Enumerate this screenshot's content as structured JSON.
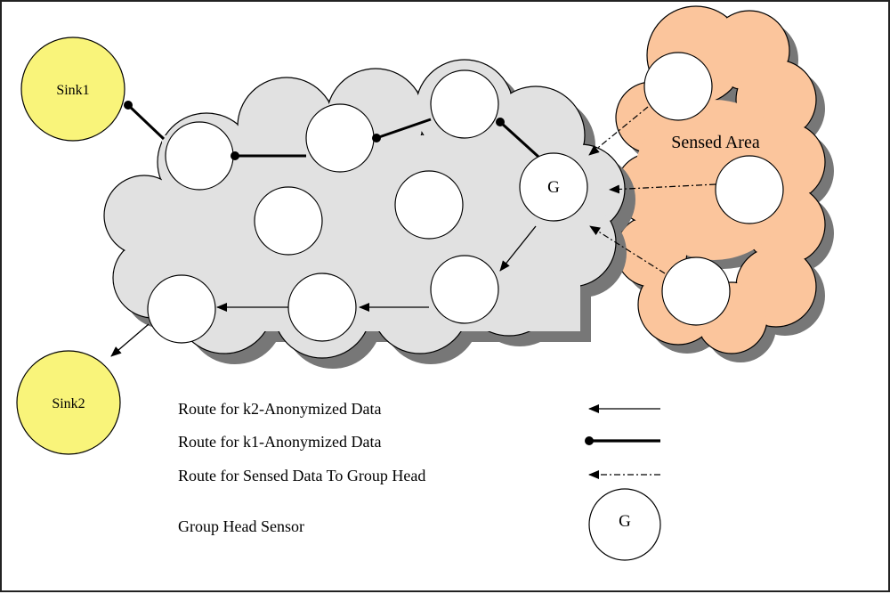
{
  "sinks": [
    {
      "id": "sink1",
      "label": "Sink1"
    },
    {
      "id": "sink2",
      "label": "Sink2"
    }
  ],
  "group_head": {
    "label": "G"
  },
  "sensed_area": {
    "label": "Sensed Area"
  },
  "legend": [
    {
      "id": "k2",
      "label": "Route for k2-Anonymized Data"
    },
    {
      "id": "k1",
      "label": "Route for k1-Anonymized Data"
    },
    {
      "id": "sensed",
      "label": "Route for Sensed Data To Group Head"
    },
    {
      "id": "gh",
      "label": "Group Head Sensor",
      "symbol": "G"
    }
  ],
  "colors": {
    "network_cloud": "#e1e1e1",
    "sensed_cloud": "#fbc59c",
    "sink": "#f9f47a",
    "stroke": "#000000",
    "shadow": "#777777"
  }
}
